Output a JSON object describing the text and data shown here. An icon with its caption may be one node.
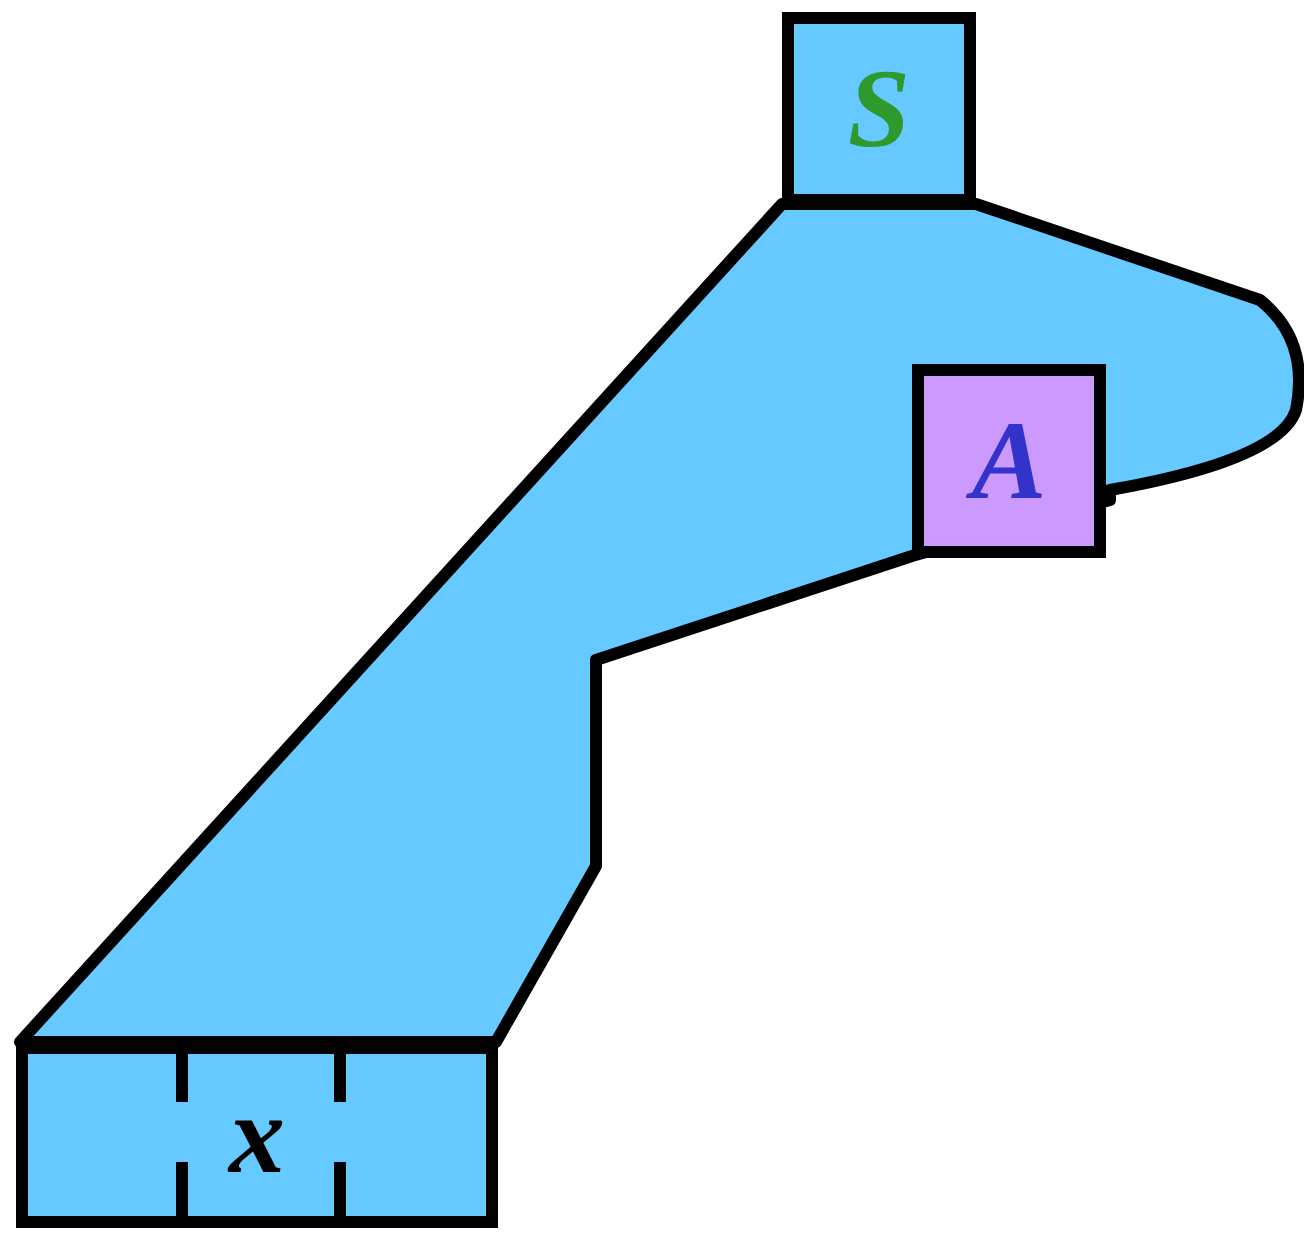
{
  "diagram": {
    "nodes": [
      {
        "text": [
          "S"
        ]
      },
      {
        "text": [
          "A"
        ]
      },
      {
        "text": [
          "x"
        ]
      }
    ]
  }
}
